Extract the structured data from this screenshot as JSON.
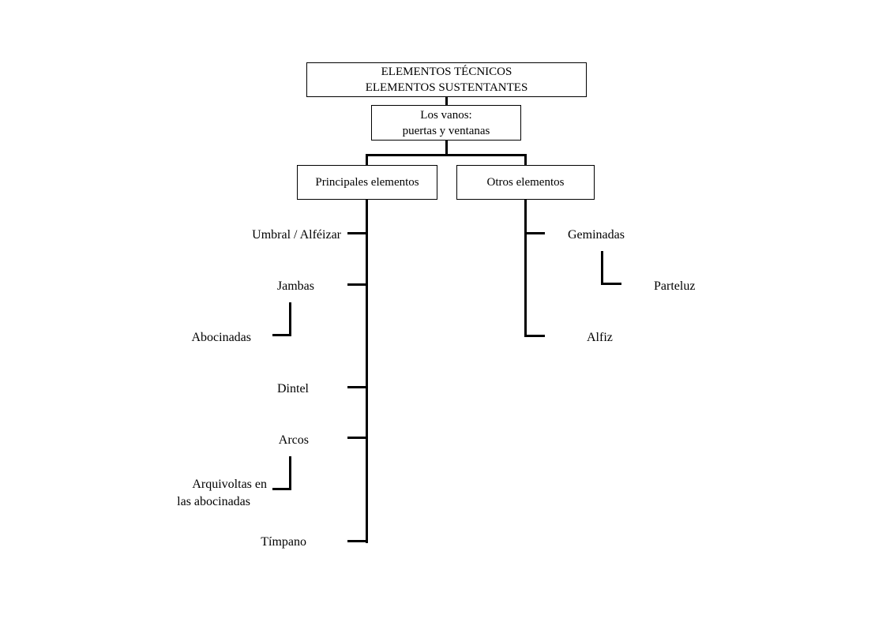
{
  "root": {
    "line1": "ELEMENTOS TÉCNICOS",
    "line2": "ELEMENTOS SUSTENTANTES"
  },
  "vanos": {
    "line1": "Los vanos:",
    "line2": "puertas y ventanas"
  },
  "principales": {
    "title": "Principales elementos",
    "items": {
      "umbral": "Umbral / Alféizar",
      "jambas": "Jambas",
      "abocinadas": "Abocinadas",
      "dintel": "Dintel",
      "arcos": "Arcos",
      "arquivoltas_line1": "Arquivoltas en",
      "arquivoltas_line2": "las abocinadas",
      "timpano": "Tímpano"
    }
  },
  "otros": {
    "title": "Otros elementos",
    "items": {
      "geminadas": "Geminadas",
      "parteluz": "Parteluz",
      "alfiz": "Alfiz"
    }
  }
}
